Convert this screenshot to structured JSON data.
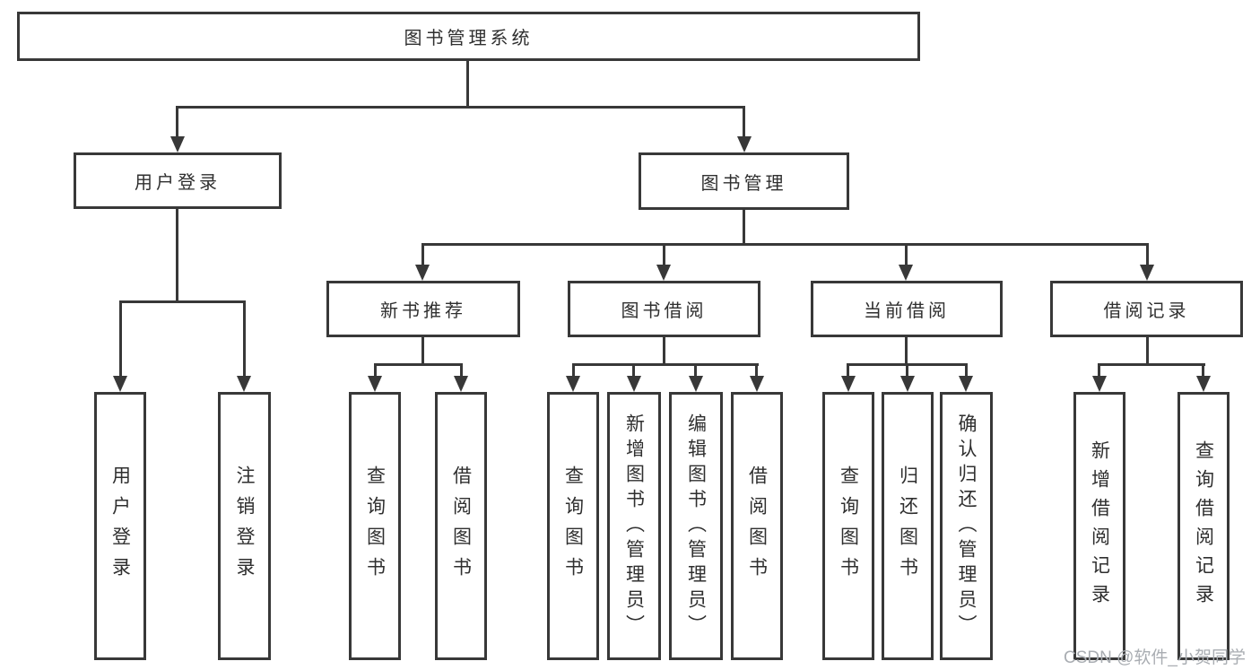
{
  "tree": {
    "root": "图书管理系统",
    "children": [
      {
        "label": "用户登录",
        "children": [
          "用户登录",
          "注销登录"
        ]
      },
      {
        "label": "图书管理",
        "children": [
          {
            "label": "新书推荐",
            "children": [
              "查询图书",
              "借阅图书"
            ]
          },
          {
            "label": "图书借阅",
            "children": [
              "查询图书",
              "新增图书（管理员）",
              "编辑图书（管理员）",
              "借阅图书"
            ]
          },
          {
            "label": "当前借阅",
            "children": [
              "查询图书",
              "归还图书",
              "确认归还（管理员）"
            ]
          },
          {
            "label": "借阅记录",
            "children": [
              "新增借阅记录",
              "查询借阅记录"
            ]
          }
        ]
      }
    ]
  },
  "watermark": {
    "text": "CSDN @软件_小贺同学"
  },
  "colors": {
    "line": "#383838",
    "text": "#2f2f2f",
    "watermark": "#a9adb2",
    "background": "#ffffff"
  }
}
